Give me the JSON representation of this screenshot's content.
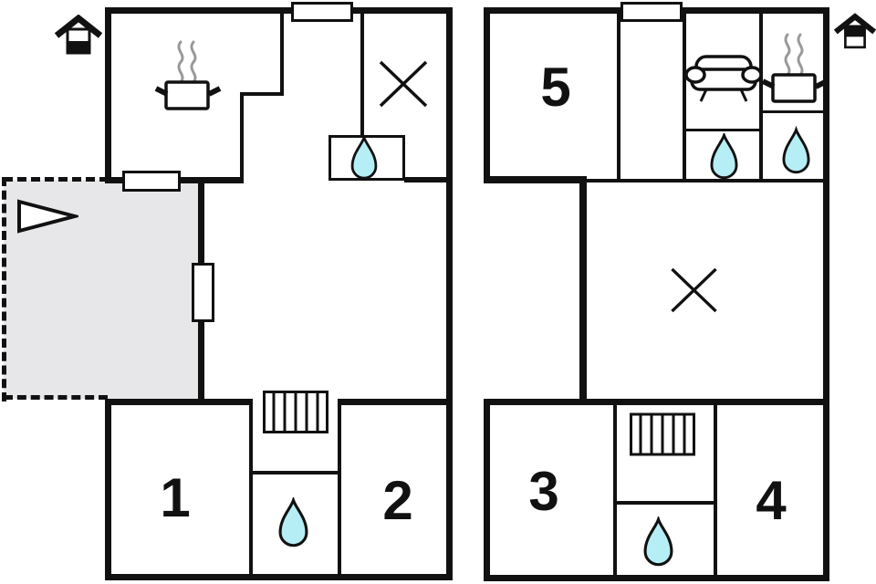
{
  "plan": {
    "type": "floor-plan",
    "floors": [
      {
        "id": "left-floor",
        "rooms": [
          {
            "id": "room1",
            "label": "1"
          },
          {
            "id": "room2",
            "label": "2"
          }
        ],
        "features": [
          "house-floor-indicator-icon",
          "stove-pot-icon",
          "steam-icon",
          "cross-room-icon",
          "water-drop-icon",
          "stairs-icon",
          "terrace-triangle-icon",
          "entry-door",
          "terrace-door",
          "terrace-window"
        ]
      },
      {
        "id": "right-floor",
        "rooms": [
          {
            "id": "room3",
            "label": "3"
          },
          {
            "id": "room4",
            "label": "4"
          },
          {
            "id": "room5",
            "label": "5"
          }
        ],
        "features": [
          "house-floor-indicator-icon",
          "sofa-icon",
          "stove-pot-icon",
          "steam-icon",
          "cross-room-icon",
          "water-drop-icon",
          "stairs-icon",
          "entry-door"
        ]
      }
    ]
  },
  "room_labels": {
    "room1": "1",
    "room2": "2",
    "room3": "3",
    "room4": "4",
    "room5": "5"
  },
  "colors": {
    "wall": "#111111",
    "water_drop": "#b5eef5",
    "terrace_fill": "#e7e7ea",
    "steam": "#999999",
    "background": "#ffffff"
  }
}
